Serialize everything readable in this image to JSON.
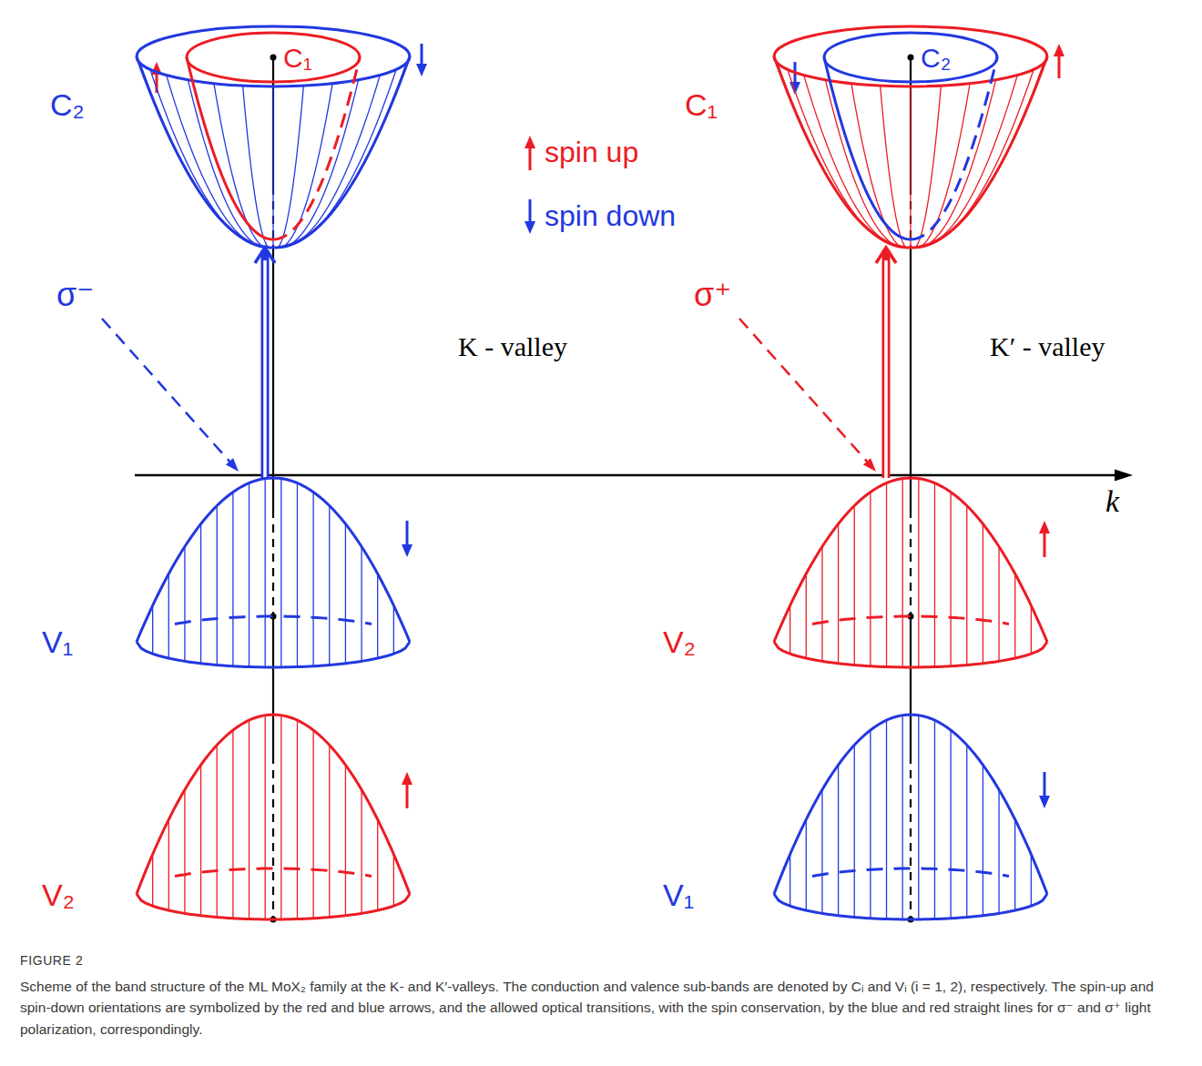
{
  "diagram": {
    "caption": "Scheme of the band structure of the ML MoX₂ family at the K- and K′-valleys. The conduction and valence sub-bands are denoted by Cᵢ and Vᵢ (i = 1, 2), respectively. The spin-up and spin-down orientations are symbolized by the red and blue arrows, and the allowed optical transitions, with the spin conservation, by the blue and red straight lines for σ⁻ and σ⁺ light polarization, correspondingly.",
    "nodes": [
      {
        "text": [
          "C₂"
        ]
      },
      {
        "text": [
          "C₁"
        ],
        "in": 0
      },
      {
        "text": [
          "V₁"
        ]
      },
      {
        "text": [
          "V₂"
        ]
      },
      {
        "text": [
          "C₁"
        ]
      },
      {
        "text": [
          "C₂"
        ],
        "in": 4
      },
      {
        "text": [
          "V₂"
        ]
      },
      {
        "text": [
          "V₁"
        ]
      }
    ],
    "edges": [
      {
        "from": 2,
        "to": 0,
        "arrow": "to"
      },
      {
        "from": 6,
        "to": 4,
        "arrow": "to"
      }
    ],
    "labels": [
      "K - valley",
      "K′ - valley",
      "σ⁻",
      "σ⁺",
      "k",
      "FIGURE 2"
    ],
    "legend": [
      {
        "text": "spin up"
      },
      {
        "text": "spin down"
      }
    ]
  }
}
